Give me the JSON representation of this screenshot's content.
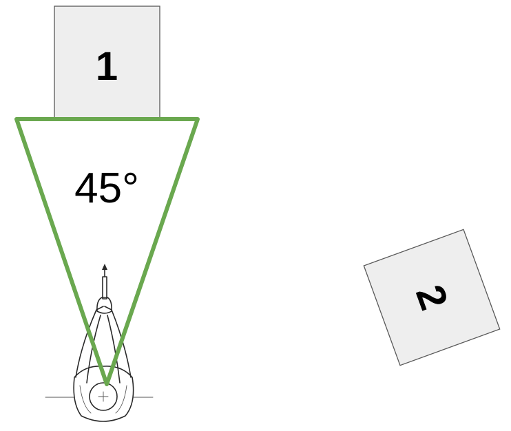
{
  "diagram": {
    "target_1": {
      "label": "1"
    },
    "target_2": {
      "label": "2"
    },
    "field_of_view": {
      "label": "45°",
      "color": "#6aa84f"
    }
  }
}
